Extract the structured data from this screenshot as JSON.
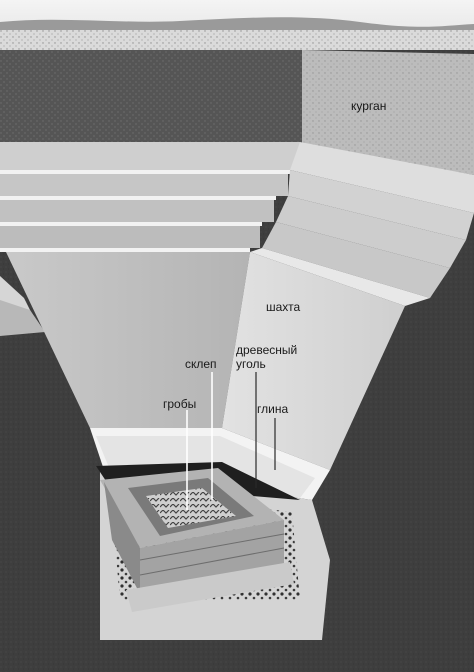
{
  "labels": {
    "kurgan": "курган",
    "shakhta": "шахта",
    "sklep": "склеп",
    "charcoal_line1": "древесный",
    "charcoal_line2": "уголь",
    "groby": "гробы",
    "glina": "глина"
  },
  "colors": {
    "sky": "#f1f1f1",
    "soil_dark": "#3c3c3c",
    "mound_sunlit": "#bdbdbd",
    "shaft_wall_light": "#d8d8d8",
    "shaft_wall_mid": "#a9a9a9",
    "clay": "#f4f4f4",
    "timber": "#9a9a9a"
  }
}
